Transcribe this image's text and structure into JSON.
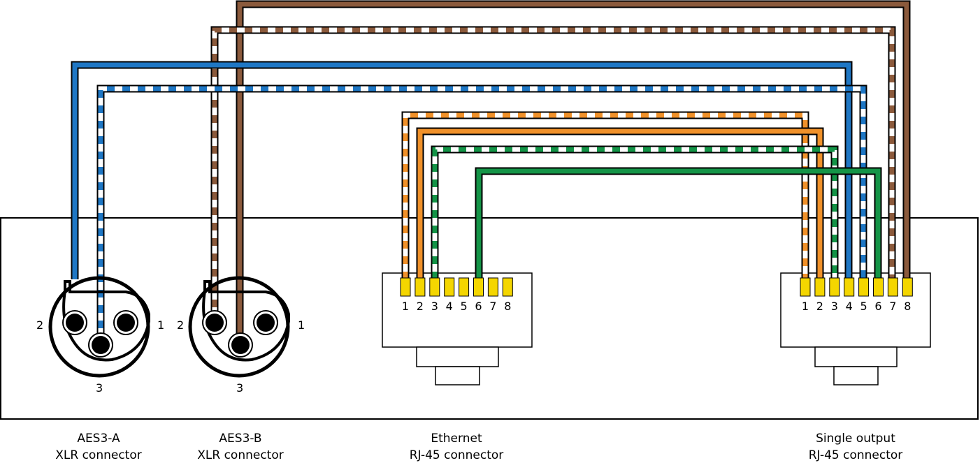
{
  "colors": {
    "blue": "#1f77c4",
    "brown": "#8b5a3c",
    "orange": "#f0912a",
    "green": "#149447",
    "pin": "#f4d600",
    "line": "#000000"
  },
  "xlr_a": {
    "pin_labels": {
      "left": "2",
      "right": "1",
      "bottom": "3"
    },
    "caption_line1": "AES3-A",
    "caption_line2": "XLR connector"
  },
  "xlr_b": {
    "pin_labels": {
      "left": "2",
      "right": "1",
      "bottom": "3"
    },
    "caption_line1": "AES3-B",
    "caption_line2": "XLR connector"
  },
  "ethernet": {
    "pins": [
      "1",
      "2",
      "3",
      "4",
      "5",
      "6",
      "7",
      "8"
    ],
    "caption_line1": "Ethernet",
    "caption_line2": "RJ-45 connector"
  },
  "output": {
    "pins": [
      "1",
      "2",
      "3",
      "4",
      "5",
      "6",
      "7",
      "8"
    ],
    "caption_line1": "Single output",
    "caption_line2": "RJ-45 connector"
  }
}
